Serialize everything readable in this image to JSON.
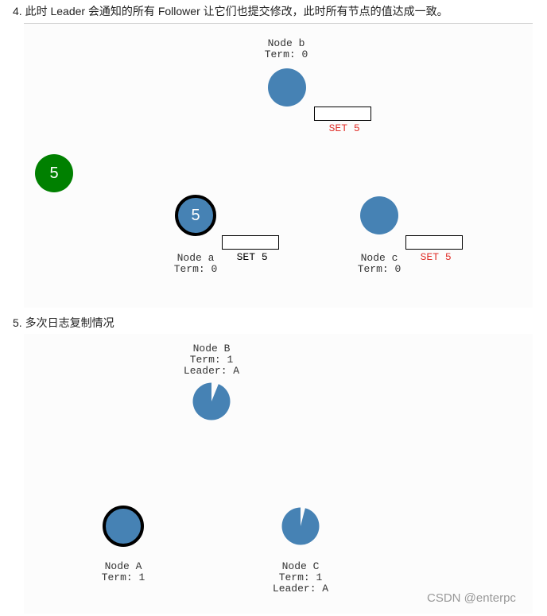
{
  "section1": {
    "heading": "4. 此时 Leader 会通知的所有 Follower 让它们也提交修改，此时所有节点的值达成一致。",
    "client_value": "5",
    "nodes": {
      "b": {
        "name": "Node b",
        "term": "Term: 0",
        "value": ""
      },
      "a": {
        "name": "Node a",
        "term": "Term: 0",
        "value": "5"
      },
      "c": {
        "name": "Node c",
        "term": "Term: 0",
        "value": ""
      }
    },
    "messages": {
      "to_b": {
        "text": "SET 5",
        "color": "#e0302a"
      },
      "from_a": {
        "text": "SET 5",
        "color": "#000000"
      },
      "to_c": {
        "text": "SET 5",
        "color": "#e0302a"
      }
    }
  },
  "section2": {
    "heading": "5. 多次日志复制情况",
    "nodes": {
      "B": {
        "name": "Node B",
        "term": "Term: 1",
        "leader": "Leader: A"
      },
      "A": {
        "name": "Node A",
        "term": "Term: 1"
      },
      "C": {
        "name": "Node C",
        "term": "Term: 1",
        "leader": "Leader: A"
      }
    }
  },
  "watermark": "CSDN @enterpc",
  "colors": {
    "node": "#4682b4",
    "client": "#008000",
    "leader_ring": "#000000",
    "uncommitted_text": "#e0302a"
  }
}
